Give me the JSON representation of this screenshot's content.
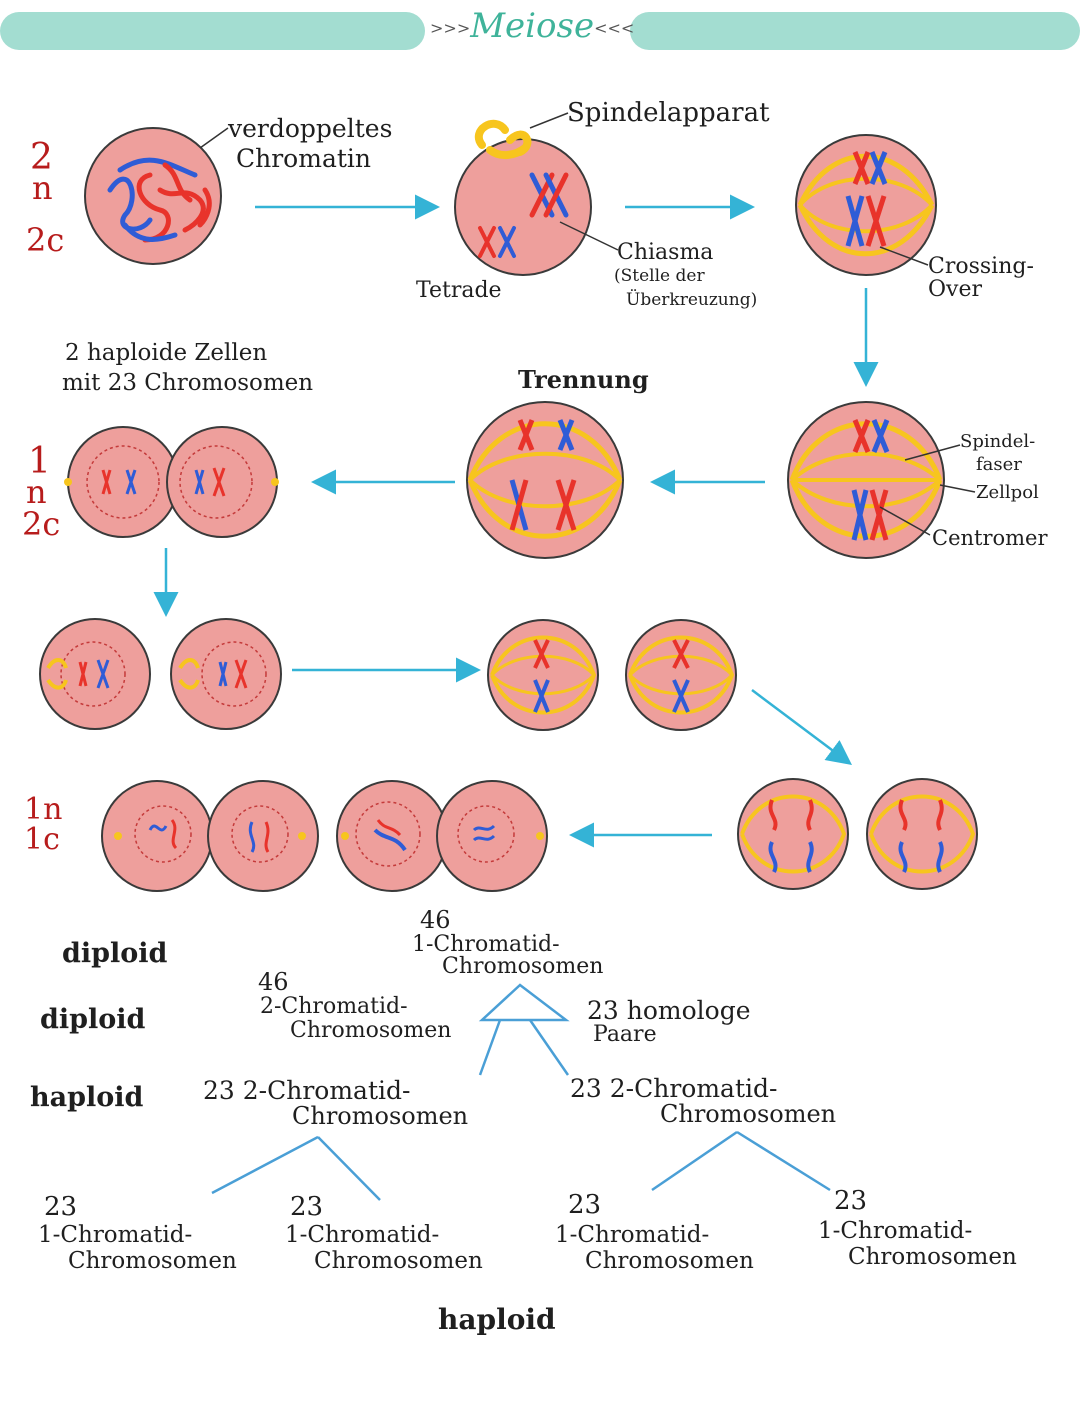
{
  "title": "Meiose",
  "title_left": ">>>",
  "title_right": "<<<",
  "colors": {
    "banner": "#a3ddd1",
    "cell_fill": "#ee9f9c",
    "cell_stroke": "#3a3a3a",
    "chromatid_red": "#e8332b",
    "chromatid_blue": "#2f5cd6",
    "spindle": "#f7c51e",
    "arrow": "#34b3d6",
    "tree_line": "#4a9fd6",
    "ploidy": "#b71c1c"
  },
  "ploidy": {
    "row1_n": "2",
    "row1_n2": "n",
    "row1_c": "2c",
    "row2_n": "1",
    "row2_n2": "n",
    "row2_c": "2c",
    "row4_n": "1n",
    "row4_c": "1c"
  },
  "labels": {
    "verdoppeltes": "verdoppeltes",
    "chromatin": "Chromatin",
    "spindelapparat": "Spindelapparat",
    "tetrade": "Tetrade",
    "chiasma": "Chiasma",
    "chiasma_sub1": "(Stelle der",
    "chiasma_sub2": "Überkreuzung)",
    "crossing": "Crossing-",
    "over": "Over",
    "haploide_line1": "2 haploide Zellen",
    "haploide_line2": "mit 23 Chromosomen",
    "trennung": "Trennung",
    "spindel": "Spindel-",
    "faser": "faser",
    "zellpol": "Zellpol",
    "centromer": "Centromer"
  },
  "tree": {
    "left_diploid_1": "diploid",
    "left_diploid_2": "diploid",
    "left_haploid": "haploid",
    "top_num": "46",
    "top_line1": "1-Chromatid-",
    "top_line2": "Chromosomen",
    "mid_num": "46",
    "mid_line1": "2-Chromatid-",
    "mid_line2": "Chromosomen",
    "homologe_line1": "23 homologe",
    "homologe_line2": "Paare",
    "l2_left_line1": "23 2-Chromatid-",
    "l2_left_line2": "Chromosomen",
    "l2_right_line1": "23 2-Chromatid-",
    "l2_right_line2": "Chromosomen",
    "leaf_num": "23",
    "leaf_line1": "1-Chromatid-",
    "leaf_line2": "Chromosomen",
    "bottom_haploid": "haploid"
  }
}
